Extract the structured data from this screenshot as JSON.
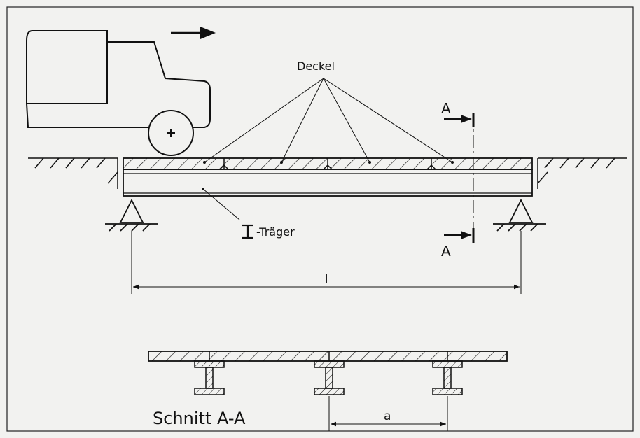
{
  "labels": {
    "deckel": "Deckel",
    "section_top": "A",
    "section_bottom": "A",
    "traeger": "-Träger",
    "span": "l",
    "section_title": "Schnitt A-A",
    "spacing": "a"
  },
  "colors": {
    "line": "#111111",
    "paper": "#f2f2f0"
  },
  "icons": [
    "truck-icon",
    "direction-arrow-icon",
    "i-beam-symbol-icon",
    "i-beam-icon",
    "support-icon",
    "ground-hatch-icon"
  ]
}
